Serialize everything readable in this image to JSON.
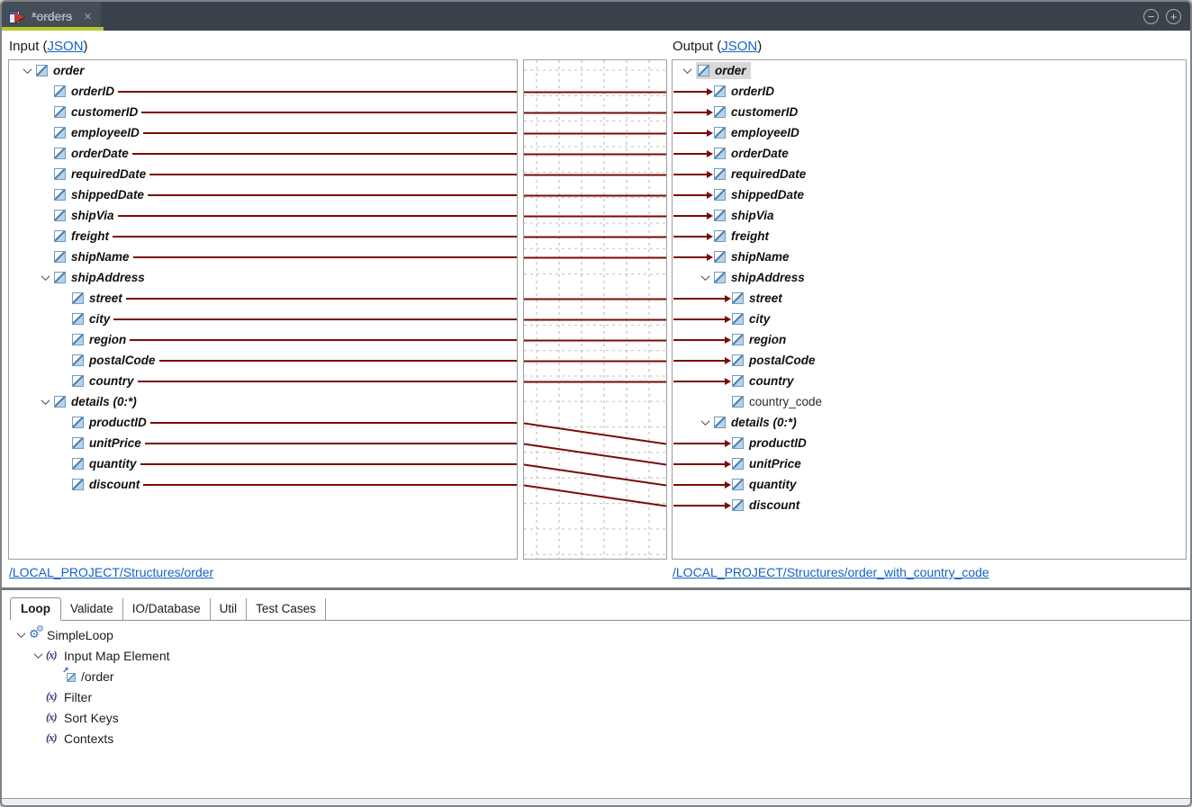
{
  "window": {
    "tab_title": "*orders",
    "close_label": "×",
    "collapse_label": "−",
    "expand_label": "+"
  },
  "colors": {
    "mapping_line": "#7a0b06",
    "tab_accent_green": "#b5c92c",
    "link_blue": "#1563c5",
    "selection_gray": "#d9d9d9",
    "tabbar_bg": "#3a424b"
  },
  "input": {
    "header_prefix": "Input (",
    "header_link": "JSON",
    "header_suffix": ")",
    "source_link": "/LOCAL_PROJECT/Structures/order",
    "tree": [
      {
        "label": "order",
        "level": 0,
        "parent": true,
        "mapped": false
      },
      {
        "label": "orderID",
        "level": 1,
        "parent": false,
        "mapped": true
      },
      {
        "label": "customerID",
        "level": 1,
        "parent": false,
        "mapped": true
      },
      {
        "label": "employeeID",
        "level": 1,
        "parent": false,
        "mapped": true
      },
      {
        "label": "orderDate",
        "level": 1,
        "parent": false,
        "mapped": true
      },
      {
        "label": "requiredDate",
        "level": 1,
        "parent": false,
        "mapped": true
      },
      {
        "label": "shippedDate",
        "level": 1,
        "parent": false,
        "mapped": true
      },
      {
        "label": "shipVia",
        "level": 1,
        "parent": false,
        "mapped": true
      },
      {
        "label": "freight",
        "level": 1,
        "parent": false,
        "mapped": true
      },
      {
        "label": "shipName",
        "level": 1,
        "parent": false,
        "mapped": true
      },
      {
        "label": "shipAddress",
        "level": 1,
        "parent": true,
        "mapped": false
      },
      {
        "label": "street",
        "level": 2,
        "parent": false,
        "mapped": true
      },
      {
        "label": "city",
        "level": 2,
        "parent": false,
        "mapped": true
      },
      {
        "label": "region",
        "level": 2,
        "parent": false,
        "mapped": true
      },
      {
        "label": "postalCode",
        "level": 2,
        "parent": false,
        "mapped": true
      },
      {
        "label": "country",
        "level": 2,
        "parent": false,
        "mapped": true
      },
      {
        "label": "details (0:*)",
        "level": 1,
        "parent": true,
        "mapped": false
      },
      {
        "label": "productID",
        "level": 2,
        "parent": false,
        "mapped": true
      },
      {
        "label": "unitPrice",
        "level": 2,
        "parent": false,
        "mapped": true
      },
      {
        "label": "quantity",
        "level": 2,
        "parent": false,
        "mapped": true
      },
      {
        "label": "discount",
        "level": 2,
        "parent": false,
        "mapped": true
      }
    ]
  },
  "output": {
    "header_prefix": "Output (",
    "header_link": "JSON",
    "header_suffix": ")",
    "source_link": "/LOCAL_PROJECT/Structures/order_with_country_code",
    "tree": [
      {
        "label": "order",
        "level": 0,
        "parent": true,
        "mapped": false,
        "selected": true
      },
      {
        "label": "orderID",
        "level": 1,
        "parent": false,
        "mapped": true
      },
      {
        "label": "customerID",
        "level": 1,
        "parent": false,
        "mapped": true
      },
      {
        "label": "employeeID",
        "level": 1,
        "parent": false,
        "mapped": true
      },
      {
        "label": "orderDate",
        "level": 1,
        "parent": false,
        "mapped": true
      },
      {
        "label": "requiredDate",
        "level": 1,
        "parent": false,
        "mapped": true
      },
      {
        "label": "shippedDate",
        "level": 1,
        "parent": false,
        "mapped": true
      },
      {
        "label": "shipVia",
        "level": 1,
        "parent": false,
        "mapped": true
      },
      {
        "label": "freight",
        "level": 1,
        "parent": false,
        "mapped": true
      },
      {
        "label": "shipName",
        "level": 1,
        "parent": false,
        "mapped": true
      },
      {
        "label": "shipAddress",
        "level": 1,
        "parent": true,
        "mapped": false
      },
      {
        "label": "street",
        "level": 2,
        "parent": false,
        "mapped": true
      },
      {
        "label": "city",
        "level": 2,
        "parent": false,
        "mapped": true
      },
      {
        "label": "region",
        "level": 2,
        "parent": false,
        "mapped": true
      },
      {
        "label": "postalCode",
        "level": 2,
        "parent": false,
        "mapped": true
      },
      {
        "label": "country",
        "level": 2,
        "parent": false,
        "mapped": true
      },
      {
        "label": "country_code",
        "level": 2,
        "parent": false,
        "mapped": false,
        "plain": true
      },
      {
        "label": "details (0:*)",
        "level": 1,
        "parent": true,
        "mapped": false
      },
      {
        "label": "productID",
        "level": 2,
        "parent": false,
        "mapped": true
      },
      {
        "label": "unitPrice",
        "level": 2,
        "parent": false,
        "mapped": true
      },
      {
        "label": "quantity",
        "level": 2,
        "parent": false,
        "mapped": true
      },
      {
        "label": "discount",
        "level": 2,
        "parent": false,
        "mapped": true
      }
    ]
  },
  "mappings": [
    [
      1,
      1
    ],
    [
      2,
      2
    ],
    [
      3,
      3
    ],
    [
      4,
      4
    ],
    [
      5,
      5
    ],
    [
      6,
      6
    ],
    [
      7,
      7
    ],
    [
      8,
      8
    ],
    [
      9,
      9
    ],
    [
      11,
      11
    ],
    [
      12,
      12
    ],
    [
      13,
      13
    ],
    [
      14,
      14
    ],
    [
      15,
      15
    ],
    [
      17,
      18
    ],
    [
      18,
      19
    ],
    [
      19,
      20
    ],
    [
      20,
      21
    ]
  ],
  "bottom": {
    "tabs": [
      {
        "label": "Loop",
        "active": true
      },
      {
        "label": "Validate",
        "active": false
      },
      {
        "label": "IO/Database",
        "active": false
      },
      {
        "label": "Util",
        "active": false
      },
      {
        "label": "Test Cases",
        "active": false
      }
    ],
    "loop_tree": [
      {
        "label": "SimpleLoop",
        "level": 0,
        "icon": "gears",
        "parent": true
      },
      {
        "label": "Input Map Element",
        "level": 1,
        "icon": "fx",
        "parent": true
      },
      {
        "label": "/order",
        "level": 2,
        "icon": "mapped",
        "parent": false
      },
      {
        "label": "Filter",
        "level": 1,
        "icon": "fx",
        "parent": false
      },
      {
        "label": "Sort Keys",
        "level": 1,
        "icon": "fx",
        "parent": false
      },
      {
        "label": "Contexts",
        "level": 1,
        "icon": "fx",
        "parent": false
      }
    ]
  }
}
